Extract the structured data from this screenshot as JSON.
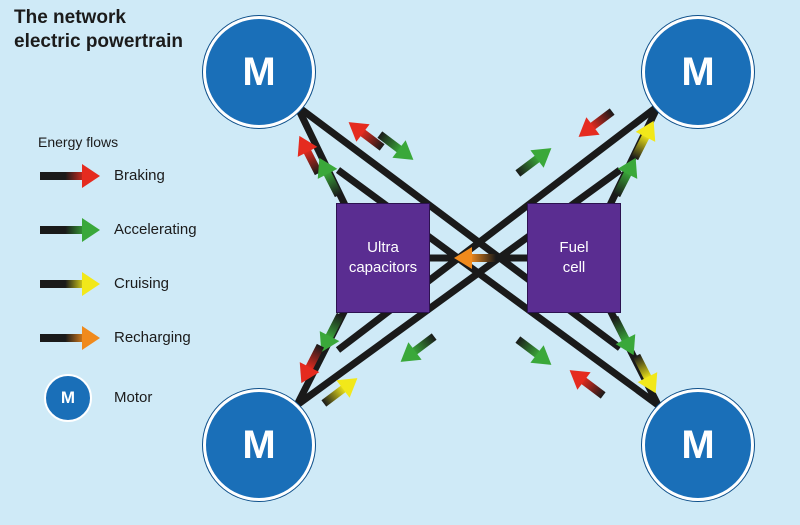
{
  "title": {
    "line1": "The network",
    "line2": "electric powertrain"
  },
  "legend": {
    "title": "Energy flows",
    "items": [
      {
        "label": "Braking",
        "color": "#e52b1f"
      },
      {
        "label": "Accelerating",
        "color": "#3aa83a"
      },
      {
        "label": "Cruising",
        "color": "#f2e81a"
      },
      {
        "label": "Recharging",
        "color": "#f08a1c"
      }
    ],
    "motor_symbol": "M",
    "motor_label": "Motor"
  },
  "nodes": {
    "motor_symbol": "M",
    "ultracapacitors": {
      "line1": "Ultra",
      "line2": "capacitors"
    },
    "fuel_cell": {
      "line1": "Fuel",
      "line2": "cell"
    }
  },
  "colors": {
    "background": "#cfeaf7",
    "motor": "#1a6fb8",
    "storage_box": "#5a2d91",
    "line": "#1a1a1a"
  }
}
